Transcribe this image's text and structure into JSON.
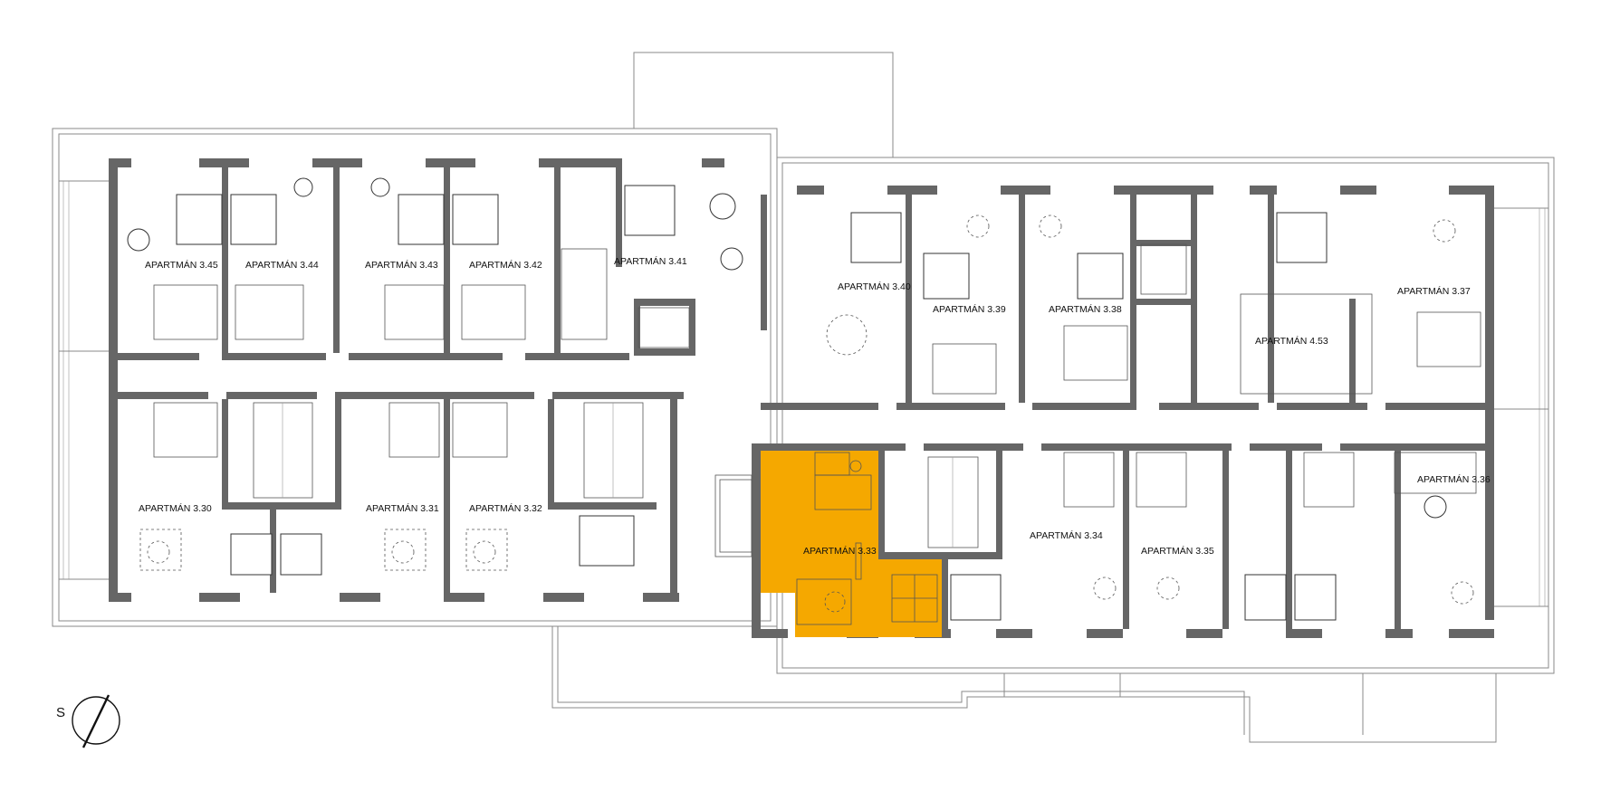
{
  "plan": {
    "highlight_color": "#F5A800",
    "wall_color": "#666666",
    "north_label": "S",
    "apartments": [
      {
        "id": "3.45",
        "label": "APARTMÁN 3.45"
      },
      {
        "id": "3.44",
        "label": "APARTMÁN 3.44"
      },
      {
        "id": "3.43",
        "label": "APARTMÁN 3.43"
      },
      {
        "id": "3.42",
        "label": "APARTMÁN 3.42"
      },
      {
        "id": "3.41",
        "label": "APARTMÁN 3.41"
      },
      {
        "id": "3.40",
        "label": "APARTMÁN 3.40"
      },
      {
        "id": "3.39",
        "label": "APARTMÁN 3.39"
      },
      {
        "id": "3.38",
        "label": "APARTMÁN 3.38"
      },
      {
        "id": "4.53",
        "label": "APARTMÁN 4.53"
      },
      {
        "id": "3.37",
        "label": "APARTMÁN 3.37"
      },
      {
        "id": "3.30",
        "label": "APARTMÁN 3.30"
      },
      {
        "id": "3.31",
        "label": "APARTMÁN 3.31"
      },
      {
        "id": "3.32",
        "label": "APARTMÁN 3.32"
      },
      {
        "id": "3.33",
        "label": "APARTMÁN 3.33",
        "highlighted": true
      },
      {
        "id": "3.34",
        "label": "APARTMÁN 3.34"
      },
      {
        "id": "3.35",
        "label": "APARTMÁN 3.35"
      },
      {
        "id": "3.36",
        "label": "APARTMÁN 3.36"
      }
    ]
  }
}
